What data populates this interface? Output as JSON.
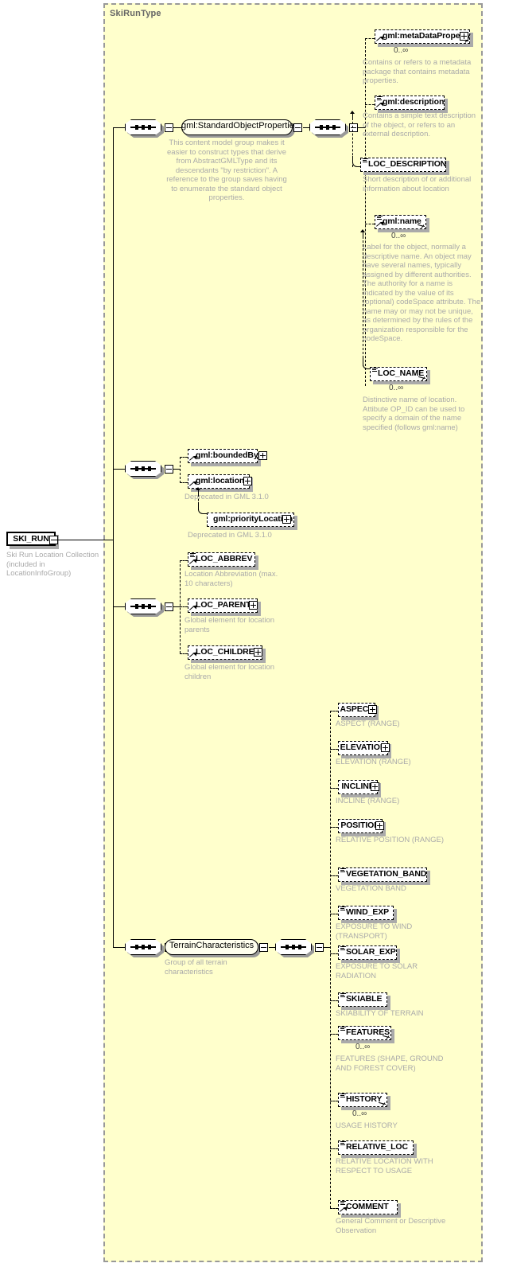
{
  "diagram": {
    "kind": "xsd-schema-tree",
    "type_container_title": "SkiRunType",
    "root": {
      "name": "SKI_RUN",
      "annotation": "Ski Run Location Collection (included in LocationInfoGroup)"
    },
    "symbols": {
      "sequence": "sequence-compositor-icon",
      "group": "model-group-icon",
      "expand": "expand-plus-icon",
      "collapse": "collapse-minus-icon",
      "reference": "element-reference-arrow-icon",
      "simple_type": "simple-type-lines-icon",
      "substitution": "substitution-group-up-arrow-icon"
    },
    "colors": {
      "container_fill": "#ffffcc",
      "container_border": "#999999",
      "node_fill": "#ffffff",
      "group_fill": "#ffffee",
      "shadow": "#aaaaaa",
      "annotation_text": "#aaaaaa",
      "label_text": "#000000",
      "title_text": "#666666"
    },
    "branches": [
      {
        "id": "standard-object-properties",
        "group_label": "gml:StandardObjectProperties",
        "group_annotation": "This content model group makes it easier to construct types that     derive from AbstractGMLType and its descendants \"by restriction\".     A reference to the group saves having to enumerate the standard object properties.",
        "children": [
          {
            "name": "gml:metaDataProperty",
            "occurrence": "0..∞",
            "annotation": "Contains or refers to a metadata package that contains metadata properties.",
            "reference": true,
            "expandable": true,
            "simple_type": false
          },
          {
            "name": "gml:description",
            "occurrence": "",
            "annotation": "Contains a simple text description of the object, or refers to an external description.",
            "reference": true,
            "expandable": false,
            "simple_type": true
          },
          {
            "name": "LOC_DESCRIPTION",
            "occurrence": "",
            "annotation": "Short description of or additional information about location",
            "reference": false,
            "expandable": false,
            "simple_type": true
          },
          {
            "name": "gml:name",
            "occurrence": "0..∞",
            "annotation": "Label for the object, normally a descriptive name. An object may have several names, typically assigned by different authorities.  The authority for a name is indicated by the value of its (optional) codeSpace attribute.  The name may or may not be unique, as determined by the rules of the organization responsible for the codeSpace.",
            "reference": true,
            "expandable": false,
            "simple_type": true
          },
          {
            "name": "LOC_NAME",
            "occurrence": "0..∞",
            "annotation": "Distinctive name of location. Attibute OP_ID can be used to specify a domain of the name specified (follows gml:name)",
            "reference": false,
            "expandable": false,
            "simple_type": true
          }
        ]
      },
      {
        "id": "bounded-location",
        "group_label": "",
        "children": [
          {
            "name": "gml:boundedBy",
            "occurrence": "",
            "annotation": "",
            "reference": true,
            "expandable": true,
            "simple_type": false
          },
          {
            "name": "gml:location",
            "occurrence": "",
            "annotation": "Deprecated in GML 3.1.0",
            "reference": true,
            "expandable": true,
            "simple_type": false
          },
          {
            "name": "gml:priorityLocation",
            "occurrence": "",
            "annotation": "Deprecated in GML 3.1.0",
            "reference": false,
            "expandable": true,
            "simple_type": false
          }
        ]
      },
      {
        "id": "location-info",
        "group_label": "",
        "children": [
          {
            "name": "LOC_ABBREV",
            "occurrence": "",
            "annotation": "Location Abbreviation (max. 10 characters)",
            "reference": true,
            "expandable": false,
            "simple_type": true
          },
          {
            "name": "LOC_PARENTS",
            "occurrence": "",
            "annotation": "Global element for location parents",
            "reference": true,
            "expandable": true,
            "simple_type": false
          },
          {
            "name": "LOC_CHILDREN",
            "occurrence": "",
            "annotation": "Global element for location children",
            "reference": true,
            "expandable": true,
            "simple_type": false
          }
        ]
      },
      {
        "id": "terrain-characteristics",
        "group_label": "TerrainCharacteristics",
        "group_annotation": "Group of all terrain characteristics",
        "children": [
          {
            "name": "ASPECT",
            "occurrence": "",
            "annotation": "ASPECT (RANGE)",
            "reference": false,
            "expandable": true,
            "simple_type": false
          },
          {
            "name": "ELEVATION",
            "occurrence": "",
            "annotation": "ELEVATION (RANGE)",
            "reference": false,
            "expandable": true,
            "simple_type": false
          },
          {
            "name": "INCLINE",
            "occurrence": "",
            "annotation": "INCLINE (RANGE)",
            "reference": false,
            "expandable": true,
            "simple_type": false
          },
          {
            "name": "POSITION",
            "occurrence": "",
            "annotation": "RELATIVE POSITION (RANGE)",
            "reference": false,
            "expandable": true,
            "simple_type": false
          },
          {
            "name": "VEGETATION_BAND",
            "occurrence": "",
            "annotation": "VEGETATION BAND",
            "reference": false,
            "expandable": false,
            "simple_type": true
          },
          {
            "name": "WIND_EXP",
            "occurrence": "",
            "annotation": "EXPOSURE TO WIND (TRANSPORT)",
            "reference": false,
            "expandable": false,
            "simple_type": true
          },
          {
            "name": "SOLAR_EXP",
            "occurrence": "",
            "annotation": "EXPOSURE TO SOLAR RADIATION",
            "reference": false,
            "expandable": false,
            "simple_type": true
          },
          {
            "name": "SKIABLE",
            "occurrence": "",
            "annotation": "SKIABILITY OF TERRAIN",
            "reference": false,
            "expandable": false,
            "simple_type": true
          },
          {
            "name": "FEATURES",
            "occurrence": "0..∞",
            "annotation": "FEATURES (SHAPE, GROUND AND FOREST COVER)",
            "reference": false,
            "expandable": false,
            "simple_type": true
          },
          {
            "name": "HISTORY",
            "occurrence": "0..∞",
            "annotation": "USAGE HISTORY",
            "reference": false,
            "expandable": false,
            "simple_type": true
          },
          {
            "name": "RELATIVE_LOC",
            "occurrence": "",
            "annotation": "RELATIVE LOCATION WITH RESPECT TO USAGE",
            "reference": false,
            "expandable": false,
            "simple_type": true
          },
          {
            "name": "COMMENT",
            "occurrence": "",
            "annotation": "General Comment or Descriptive Observation",
            "reference": true,
            "expandable": false,
            "simple_type": true
          }
        ]
      }
    ]
  }
}
